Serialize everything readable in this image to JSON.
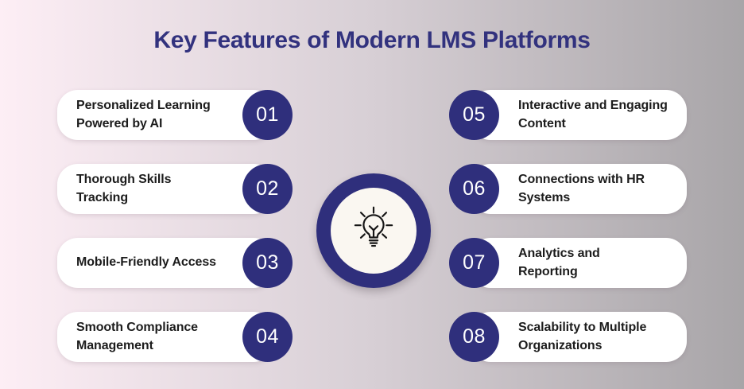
{
  "title": "Key Features of Modern LMS Platforms",
  "colors": {
    "background_left": "#fdeef5",
    "background_mid": "#d7cfd5",
    "background_right": "#a8a5a8",
    "navy": "#2f2f7c",
    "title_text": "#32327e",
    "card_background": "#ffffff",
    "card_text": "#1c1c1c",
    "number_text": "#ffffff",
    "badge_inner": "#faf7f1",
    "icon_stroke": "#161616"
  },
  "center": {
    "icon": "lightbulb-icon"
  },
  "features_left": [
    {
      "number": "01",
      "label": "Personalized Learning\nPowered by AI"
    },
    {
      "number": "02",
      "label": "Thorough Skills Tracking"
    },
    {
      "number": "03",
      "label": "Mobile-Friendly Access"
    },
    {
      "number": "04",
      "label": "Smooth Compliance\nManagement"
    }
  ],
  "features_right": [
    {
      "number": "05",
      "label": "Interactive and Engaging\nContent"
    },
    {
      "number": "06",
      "label": "Connections with HR\nSystems"
    },
    {
      "number": "07",
      "label": "Analytics and\nReporting"
    },
    {
      "number": "08",
      "label": "Scalability to Multiple\nOrganizations"
    }
  ]
}
